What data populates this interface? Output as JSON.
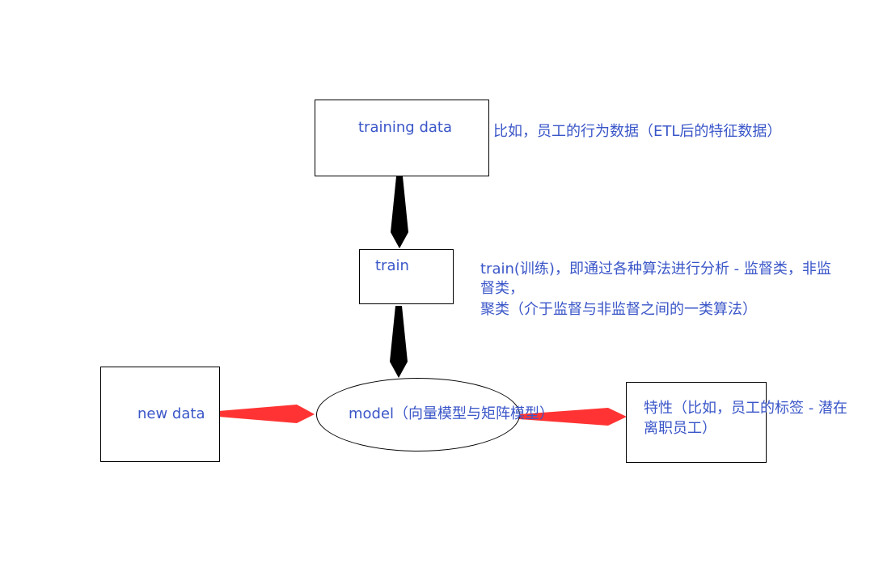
{
  "nodes": {
    "training_data": {
      "label": "training data"
    },
    "train": {
      "label": "train"
    },
    "new_data": {
      "label": "new data"
    },
    "model": {
      "label": "model（向量模型与矩阵模型）"
    },
    "feature": {
      "label_line1": "特性（比如，员工的标签 - 潜在",
      "label_line2": "离职员工）"
    }
  },
  "notes": {
    "training_data_note": "比如，员工的行为数据（ETL后的特征数据）",
    "train_note_line1": "train(训练)，即通过各种算法进行分析 - 监督类，非监",
    "train_note_line2": "督类，",
    "train_note_line3": "聚类（介于监督与非监督之间的一类算法）"
  },
  "colors": {
    "text": "#3a56c8",
    "black_arrow": "#000000",
    "red_arrow": "#ff3333"
  }
}
